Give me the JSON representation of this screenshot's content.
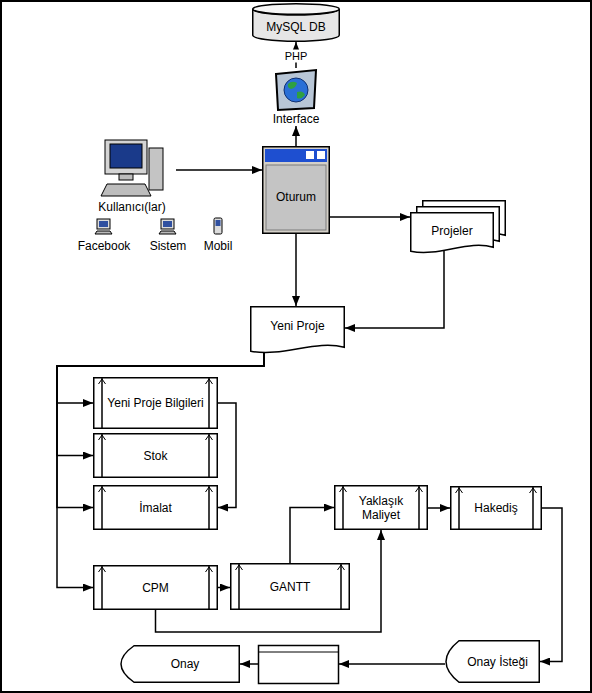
{
  "diagram": {
    "nodes": [
      {
        "text": [
          "MySQL DB"
        ]
      },
      {
        "text": [
          "Interface"
        ]
      },
      {
        "text": [
          "Kullanıcı(lar)"
        ]
      },
      {
        "text": [
          "Oturum"
        ]
      },
      {
        "text": [
          "Projeler"
        ]
      },
      {
        "text": [
          "Yeni Proje"
        ]
      },
      {
        "text": [
          "Yeni Proje Bilgileri"
        ]
      },
      {
        "text": [
          "Stok"
        ]
      },
      {
        "text": [
          "İmalat"
        ]
      },
      {
        "text": [
          "CPM"
        ]
      },
      {
        "text": [
          "GANTT"
        ]
      },
      {
        "text": [
          "Yaklaşık Maliyet"
        ]
      },
      {
        "text": [
          "Hakediş"
        ]
      },
      {
        "text": [
          "Onay"
        ]
      },
      {
        "text": [
          "Onay İsteği"
        ]
      }
    ],
    "edges": [
      {
        "from": 3,
        "to": 1,
        "arrow": "to"
      },
      {
        "from": 1,
        "to": 0,
        "label": "PHP",
        "arrow": "to"
      },
      {
        "from": 2,
        "to": 3,
        "arrow": "to"
      },
      {
        "from": 3,
        "to": 4,
        "arrow": "to"
      },
      {
        "from": 3,
        "to": 5,
        "arrow": "to"
      },
      {
        "from": 4,
        "to": 5,
        "arrow": "to"
      },
      {
        "from": 5,
        "to": 6,
        "arrow": "to"
      },
      {
        "from": 5,
        "to": 7,
        "arrow": "to"
      },
      {
        "from": 5,
        "to": 8,
        "arrow": "to"
      },
      {
        "from": 5,
        "to": 9,
        "arrow": "to"
      },
      {
        "from": 6,
        "to": 8,
        "arrow": "to"
      },
      {
        "from": 9,
        "to": 10,
        "arrow": "to"
      },
      {
        "from": 10,
        "to": 11,
        "arrow": "to"
      },
      {
        "from": 9,
        "to": 11,
        "arrow": "to"
      },
      {
        "from": 11,
        "to": 12,
        "arrow": "to"
      },
      {
        "from": 12,
        "to": 14,
        "arrow": "to"
      },
      {
        "from": 14,
        "to": 13,
        "arrow": "to"
      }
    ],
    "labels": [
      "Facebook",
      "Sistem",
      "Mobil"
    ]
  }
}
